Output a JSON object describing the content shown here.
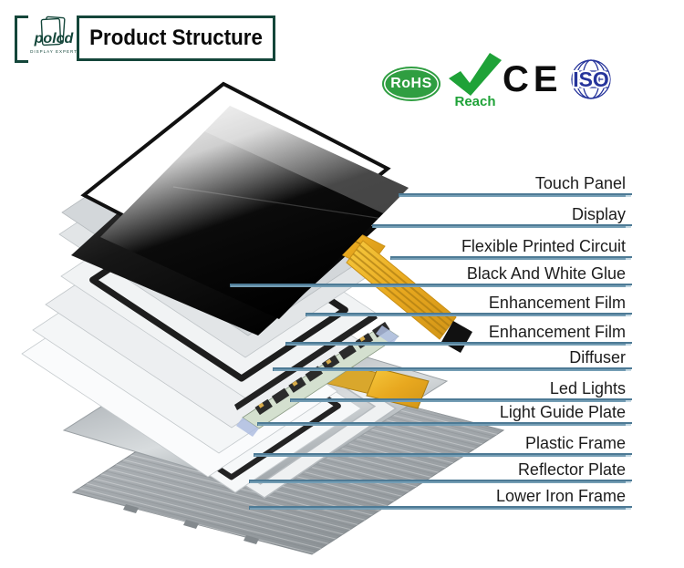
{
  "header": {
    "logo_text": "polcd",
    "logo_subtext": "DISPLAY EXPERT",
    "title": "Product Structure"
  },
  "badges": {
    "rohs": "RoHS",
    "reach": "Reach",
    "ce": "CE",
    "iso": "ISO"
  },
  "icons": {
    "reach_check": "check-icon",
    "iso_globe": "globe-icon",
    "logo_pages": "stacked-pages-icon"
  },
  "colors": {
    "header_border": "#14463a",
    "rohs_green": "#2f9e41",
    "reach_green": "#1fa238",
    "iso_navy": "#26349b",
    "leader_line": "#4d7a95",
    "fpc_gold": "#e8b232",
    "label_text": "#1c1c1c"
  },
  "diagram": {
    "labels": [
      "Touch Panel",
      "Display",
      "Flexible Printed Circuit",
      "Black And White Glue",
      "Enhancement Film",
      "Enhancement Film",
      "Diffuser",
      "Led Lights",
      "Light Guide Plate",
      "Plastic Frame",
      "Reflector Plate",
      "Lower Iron Frame"
    ]
  }
}
